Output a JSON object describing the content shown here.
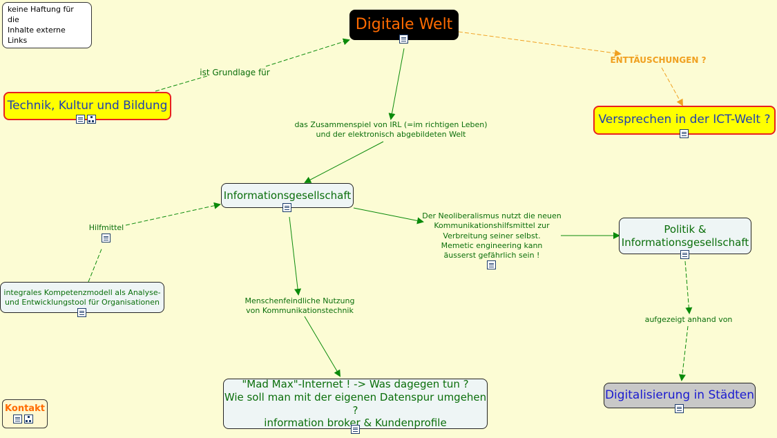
{
  "disclaimer": "keine Haftung für die\nInhalte externe Links",
  "contact": "Kontakt",
  "nodes": {
    "digitale_welt": "Digitale Welt",
    "technik": "Technik, Kultur und Bildung",
    "versprechen": "Versprechen in der ICT-Welt ?",
    "infoges": "Informationsgesellschaft",
    "politik": "Politik &\nInformationsgesellschaft",
    "kompetenz": "integrales Kompetenzmodell als Analyse-\nund Entwicklungstool für Organisationen",
    "madmax": "\"Mad Max\"-Internet ! -> Was dagegen tun ?\nWie soll man mit der eigenen Datenspur umgehen ?\ninformation broker & Kundenprofile",
    "staedte": "Digitalisierung in Städten"
  },
  "links": {
    "grundlage": "ist Grundlage für",
    "zusammenspiel": "das Zusammenspiel von IRL (=im richtigen Leben)\nund der elektronisch abgebildeten Welt",
    "enttaeuschungen": "ENTTÄUSCHUNGEN ?",
    "hilfmittel": "Hilfmittel",
    "neolib": "Der Neoliberalismus nutzt die neuen\nKommunikationshilfsmittel zur\nVerbreitung seiner selbst.\nMemetic engineering kann\näusserst gefährlich sein !",
    "menschenfeindlich": "Menschenfeindliche Nutzung\nvon Kommunikationstechnik",
    "aufgezeigt": "aufgezeigt anhand von"
  },
  "colors": {
    "background": "#fcfcd4",
    "link_green": "#0a8a0a",
    "link_orange": "#f0a020",
    "title_orange": "#ff6a00"
  }
}
